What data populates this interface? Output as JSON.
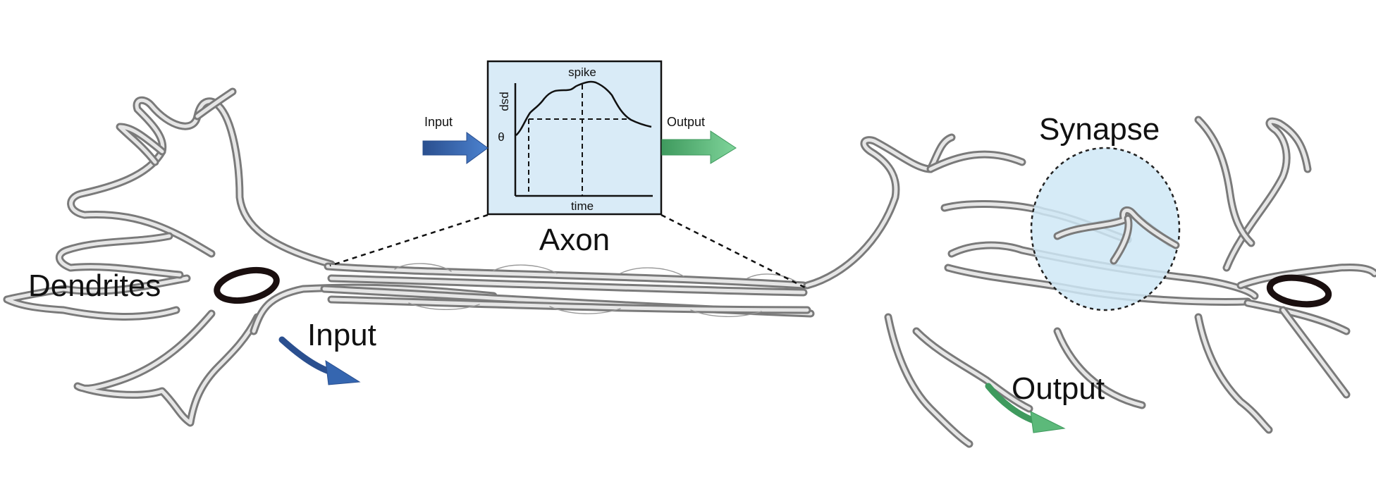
{
  "labels": {
    "dendrites": "Dendrites",
    "input_left": "Input",
    "axon": "Axon",
    "synapse": "Synapse",
    "output_right": "Output"
  },
  "inset": {
    "input": "Input",
    "output": "Output",
    "spike": "spike",
    "psp": "psp",
    "theta": "θ",
    "time": "time"
  },
  "colors": {
    "input_arrow": "#3566b0",
    "output_arrow": "#5cb97a",
    "inset_fill": "#d9ebf7",
    "synapse_fill": "#cfe7f6",
    "neuron_outline": "#7a7a7a",
    "nucleus": "#1a0f0f"
  }
}
